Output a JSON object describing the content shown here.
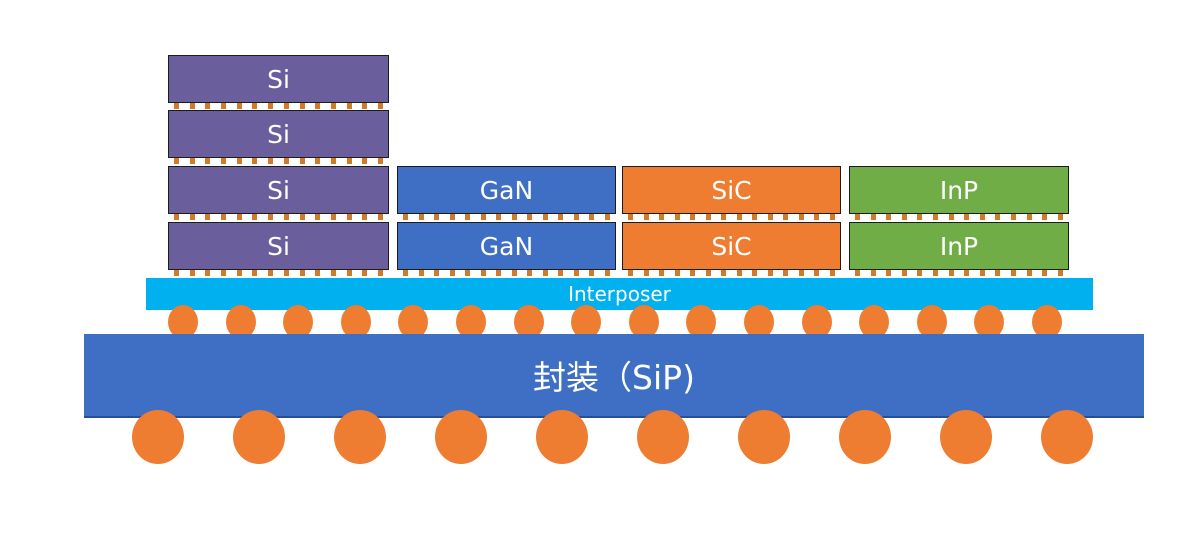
{
  "colors": {
    "si": "#6a5f9c",
    "gan": "#3f6fc5",
    "sic": "#ee7d31",
    "inp": "#71ad47",
    "interposer": "#00b0ef",
    "substrate": "#3f6fc5",
    "solder": "#ee7d31"
  },
  "dies": [
    {
      "stack": "si",
      "label": "Si"
    },
    {
      "stack": "si",
      "label": "Si"
    },
    {
      "stack": "si",
      "label": "Si"
    },
    {
      "stack": "si",
      "label": "Si"
    },
    {
      "stack": "gan",
      "label": "GaN"
    },
    {
      "stack": "gan",
      "label": "GaN"
    },
    {
      "stack": "sic",
      "label": "SiC"
    },
    {
      "stack": "sic",
      "label": "SiC"
    },
    {
      "stack": "inp",
      "label": "InP"
    },
    {
      "stack": "inp",
      "label": "InP"
    }
  ],
  "interposer": {
    "label": "Interposer"
  },
  "package": {
    "label": "封装（SiP)"
  }
}
